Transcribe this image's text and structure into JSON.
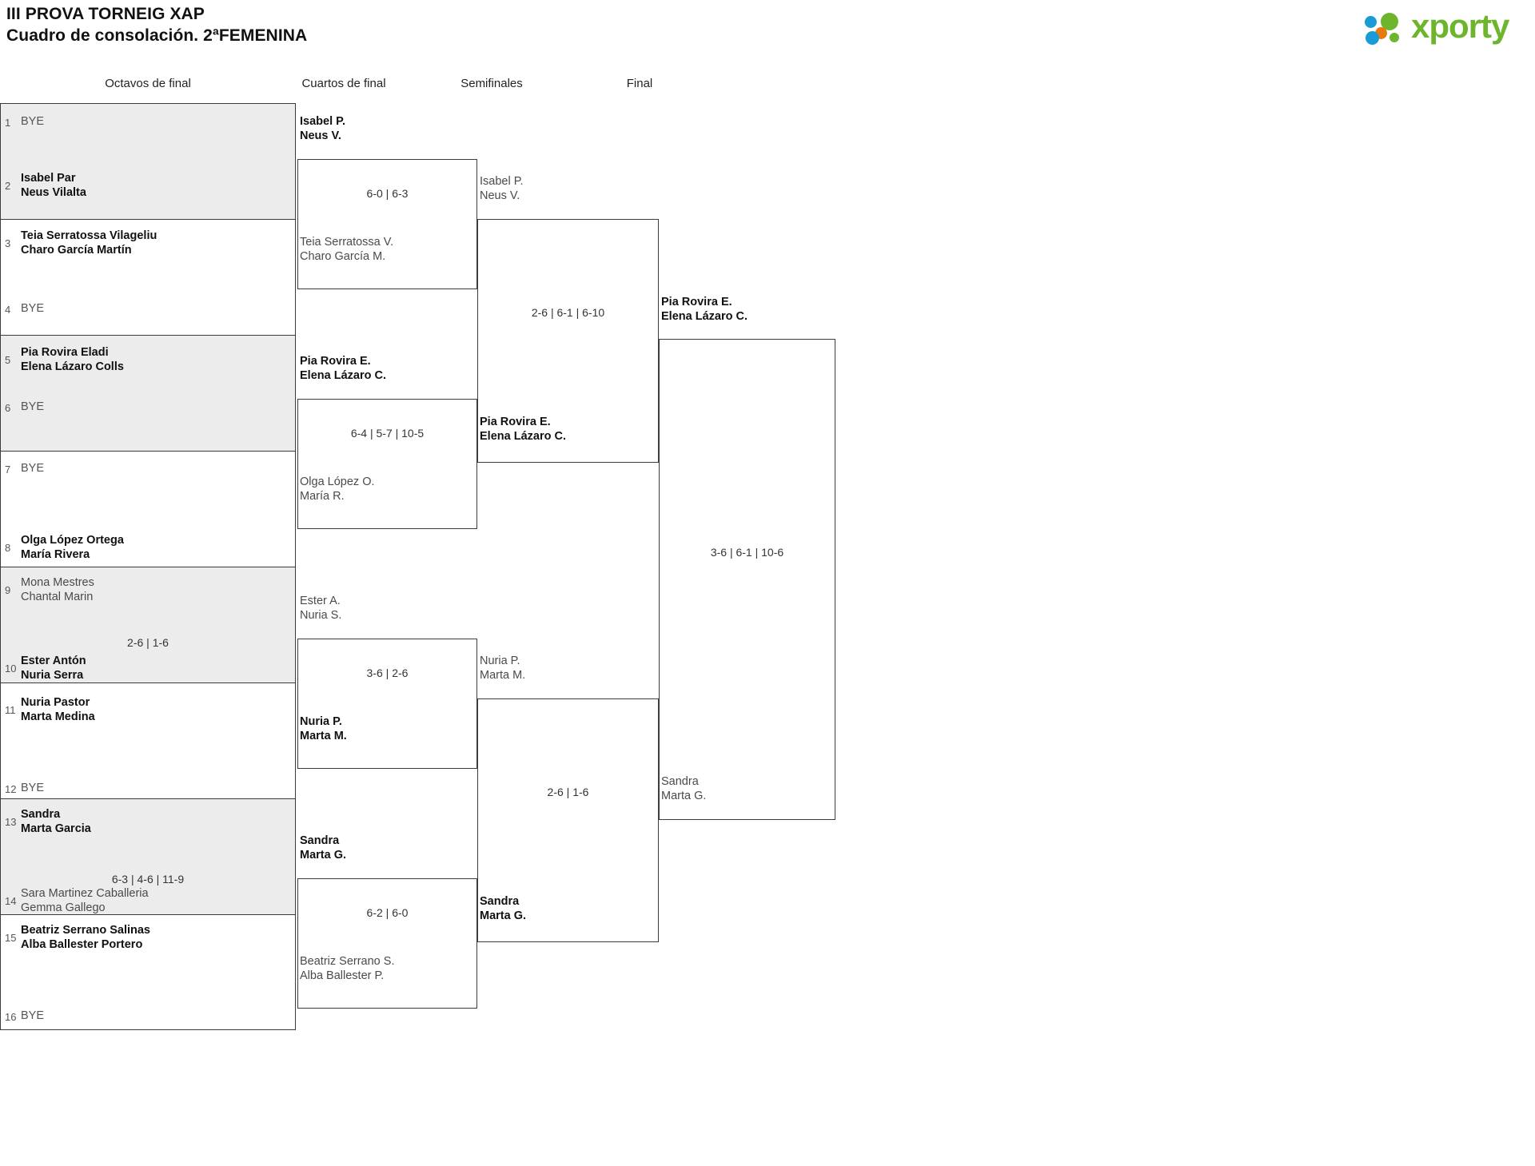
{
  "header": {
    "title_line1": "III PROVA TORNEIG XAP",
    "title_line2": "Cuadro de consolación. 2ªFEMENINA",
    "logo_text": "xporty",
    "logo_colors": {
      "green": "#6cb52d",
      "blue": "#1a9ad7",
      "orange": "#e8790c"
    }
  },
  "rounds": [
    {
      "label": "Octavos de final"
    },
    {
      "label": "Cuartos de final"
    },
    {
      "label": "Semifinales"
    },
    {
      "label": "Final"
    }
  ],
  "round1": {
    "slots": [
      {
        "seed": "1",
        "line1": "BYE",
        "line2": "",
        "bye": true,
        "status": "bye"
      },
      {
        "seed": "2",
        "line1": "Isabel Par",
        "line2": "Neus Vilalta",
        "bye": false,
        "status": "win"
      },
      {
        "seed": "3",
        "line1": "Teia Serratossa Vilageliu",
        "line2": "Charo García Martín",
        "bye": false,
        "status": "win"
      },
      {
        "seed": "4",
        "line1": "BYE",
        "line2": "",
        "bye": true,
        "status": "bye"
      },
      {
        "seed": "5",
        "line1": "Pia Rovira Eladi",
        "line2": "Elena Lázaro Colls",
        "bye": false,
        "status": "win"
      },
      {
        "seed": "6",
        "line1": "BYE",
        "line2": "",
        "bye": true,
        "status": "bye"
      },
      {
        "seed": "7",
        "line1": "BYE",
        "line2": "",
        "bye": true,
        "status": "bye"
      },
      {
        "seed": "8",
        "line1": "Olga López Ortega",
        "line2": "María Rivera",
        "bye": false,
        "status": "win"
      },
      {
        "seed": "9",
        "line1": "Mona Mestres",
        "line2": "Chantal Marin",
        "bye": false,
        "status": "lose"
      },
      {
        "seed": "10",
        "line1": "Ester Antón",
        "line2": "Nuria Serra",
        "bye": false,
        "status": "win"
      },
      {
        "seed": "11",
        "line1": "Nuria Pastor",
        "line2": "Marta Medina",
        "bye": false,
        "status": "win"
      },
      {
        "seed": "12",
        "line1": "BYE",
        "line2": "",
        "bye": true,
        "status": "bye"
      },
      {
        "seed": "13",
        "line1": "Sandra",
        "line2": "Marta Garcia",
        "bye": false,
        "status": "win"
      },
      {
        "seed": "14",
        "line1": "Sara Martinez Caballeria",
        "line2": "Gemma Gallego",
        "bye": false,
        "status": "lose"
      },
      {
        "seed": "15",
        "line1": "Beatriz Serrano Salinas",
        "line2": "Alba Ballester Portero",
        "bye": false,
        "status": "win"
      },
      {
        "seed": "16",
        "line1": "BYE",
        "line2": "",
        "bye": true,
        "status": "bye"
      }
    ],
    "scores": [
      {
        "text": ""
      },
      {
        "text": ""
      },
      {
        "text": ""
      },
      {
        "text": ""
      },
      {
        "text": "2-6 | 1-6"
      },
      {
        "text": ""
      },
      {
        "text": "6-3 | 4-6 | 11-9"
      },
      {
        "text": ""
      }
    ]
  },
  "round2": {
    "matches": [
      {
        "top": {
          "line1": "Isabel P.",
          "line2": "Neus V.",
          "status": "win"
        },
        "bottom": {
          "line1": "Teia Serratossa V.",
          "line2": "Charo García M.",
          "status": "lose"
        },
        "score": "6-0 | 6-3"
      },
      {
        "top": {
          "line1": "Pia Rovira E.",
          "line2": "Elena Lázaro C.",
          "status": "win"
        },
        "bottom": {
          "line1": "Olga López O.",
          "line2": "María R.",
          "status": "lose"
        },
        "score": "6-4 | 5-7 | 10-5"
      },
      {
        "top": {
          "line1": "Ester A.",
          "line2": "Nuria S.",
          "status": "lose"
        },
        "bottom": {
          "line1": "Nuria P.",
          "line2": "Marta M.",
          "status": "win"
        },
        "score": "3-6 | 2-6"
      },
      {
        "top": {
          "line1": "Sandra",
          "line2": "Marta G.",
          "status": "win"
        },
        "bottom": {
          "line1": "Beatriz Serrano S.",
          "line2": "Alba Ballester P.",
          "status": "lose"
        },
        "score": "6-2 | 6-0"
      }
    ]
  },
  "round3": {
    "matches": [
      {
        "top": {
          "line1": "Isabel P.",
          "line2": "Neus V.",
          "status": "lose"
        },
        "bottom": {
          "line1": "Pia Rovira E.",
          "line2": "Elena Lázaro C.",
          "status": "win"
        },
        "score": "2-6 | 6-1 | 6-10"
      },
      {
        "top": {
          "line1": "Nuria P.",
          "line2": "Marta M.",
          "status": "lose"
        },
        "bottom": {
          "line1": "Sandra",
          "line2": "Marta G.",
          "status": "win"
        },
        "score": "2-6 | 1-6"
      }
    ]
  },
  "round4": {
    "matches": [
      {
        "top": {
          "line1": "Pia Rovira E.",
          "line2": "Elena Lázaro C.",
          "status": "win"
        },
        "bottom": {
          "line1": "Sandra",
          "line2": "Marta G.",
          "status": "lose"
        },
        "score": "3-6 | 6-1 | 10-6"
      }
    ]
  }
}
